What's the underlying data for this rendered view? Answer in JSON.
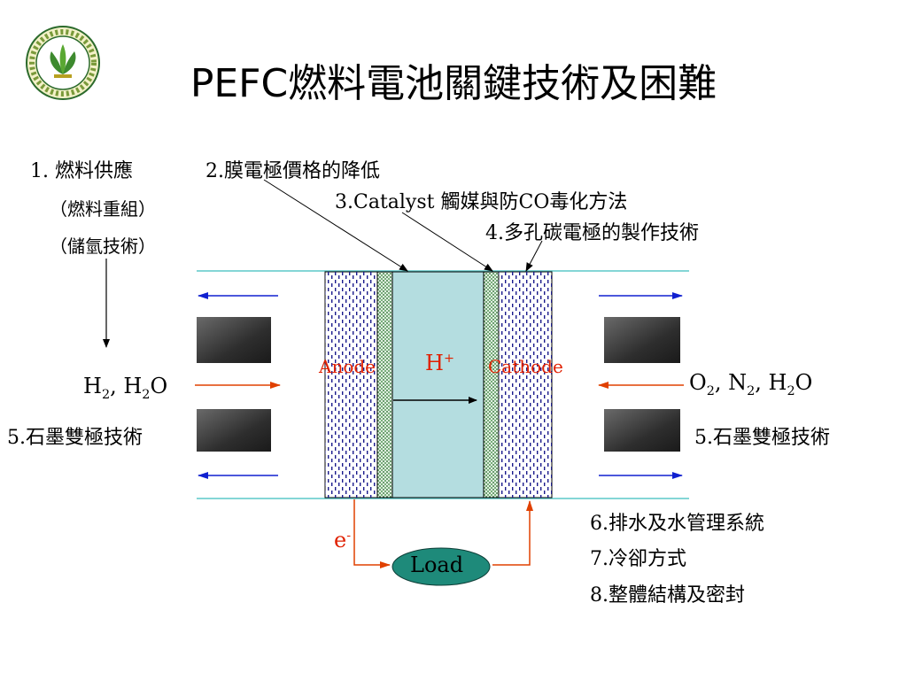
{
  "title": "PEFC燃料電池關鍵技術及困難",
  "labels": {
    "item1": "1. 燃料供應",
    "item1_sub1": "（燃料重組）",
    "item1_sub2": "（儲氫技術）",
    "item2": "2.膜電極價格的降低",
    "item3": "3.Catalyst 觸媒與防CO毒化方法",
    "item4": "4.多孔碳電極的製作技術",
    "item5_left": "5.石墨雙極技術",
    "item5_right": "5.石墨雙極技術",
    "item6": "6.排水及水管理系統",
    "item7": "7.冷卻方式",
    "item8": "8.整體結構及密封"
  },
  "diagram": {
    "anode": "Anode",
    "cathode": "Cathode",
    "proton": "H",
    "proton_sup": "+",
    "electron": "e",
    "electron_sup": "-",
    "load": "Load",
    "left_gas": {
      "a": "H",
      "a_sub": "2",
      "b": ", H",
      "b_sub": "2",
      "c": "O"
    },
    "right_gas": {
      "a": "O",
      "a_sub": "2",
      "b": ", N",
      "b_sub": "2",
      "c": ", H",
      "c_sub": "2",
      "d": "O"
    }
  },
  "colors": {
    "membrane": "#b4dde0",
    "electrode_dots": "#1a1a8c",
    "catalyst": "#2e7d32",
    "plate_dark": "#333333",
    "label_red": "#e02000",
    "arrow_blue": "#1020d0",
    "arrow_red": "#e04000",
    "load_fill": "#1e8a7a",
    "boundary_line": "#5cc8c8"
  }
}
